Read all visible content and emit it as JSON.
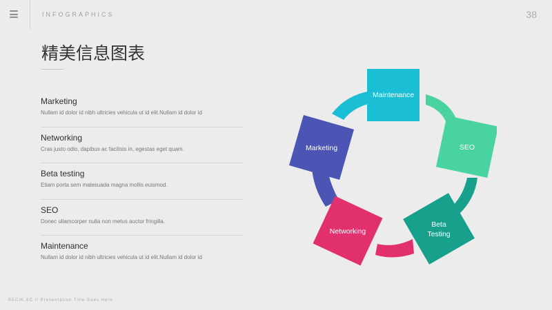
{
  "header": {
    "section_label": "INFOGRAPHICS",
    "page_number": "38"
  },
  "title": "精美信息图表",
  "items": [
    {
      "title": "Marketing",
      "desc": "Nullam id dolor id nibh ultricies vehicula ut id elit.Nullam id dolor id"
    },
    {
      "title": "Networking",
      "desc": "Cras justo odio, dapibus ac facilisis in, egestas eget quam."
    },
    {
      "title": "Beta testing",
      "desc": "Etiam porta sem malesuada magna mollis euismod."
    },
    {
      "title": "SEO",
      "desc": "Donec ullamcorper nulla non metus auctor fringilla."
    },
    {
      "title": "Maintenance",
      "desc": "Nullam id dolor id nibh ultricies vehicula ut id elit.Nullam id dolor id"
    }
  ],
  "diagram": {
    "nodes": [
      {
        "label": "Maintenance",
        "color": "#1bbfd5"
      },
      {
        "label": "SEO",
        "color": "#48d3a0"
      },
      {
        "label_line1": "Beta",
        "label_line2": "Testing",
        "color": "#17a08c"
      },
      {
        "label": "Networking",
        "color": "#e2306e"
      },
      {
        "label": "Marketing",
        "color": "#4c55b3"
      }
    ]
  },
  "footer": "BECIK.XC // Presentation Title Goes Here"
}
